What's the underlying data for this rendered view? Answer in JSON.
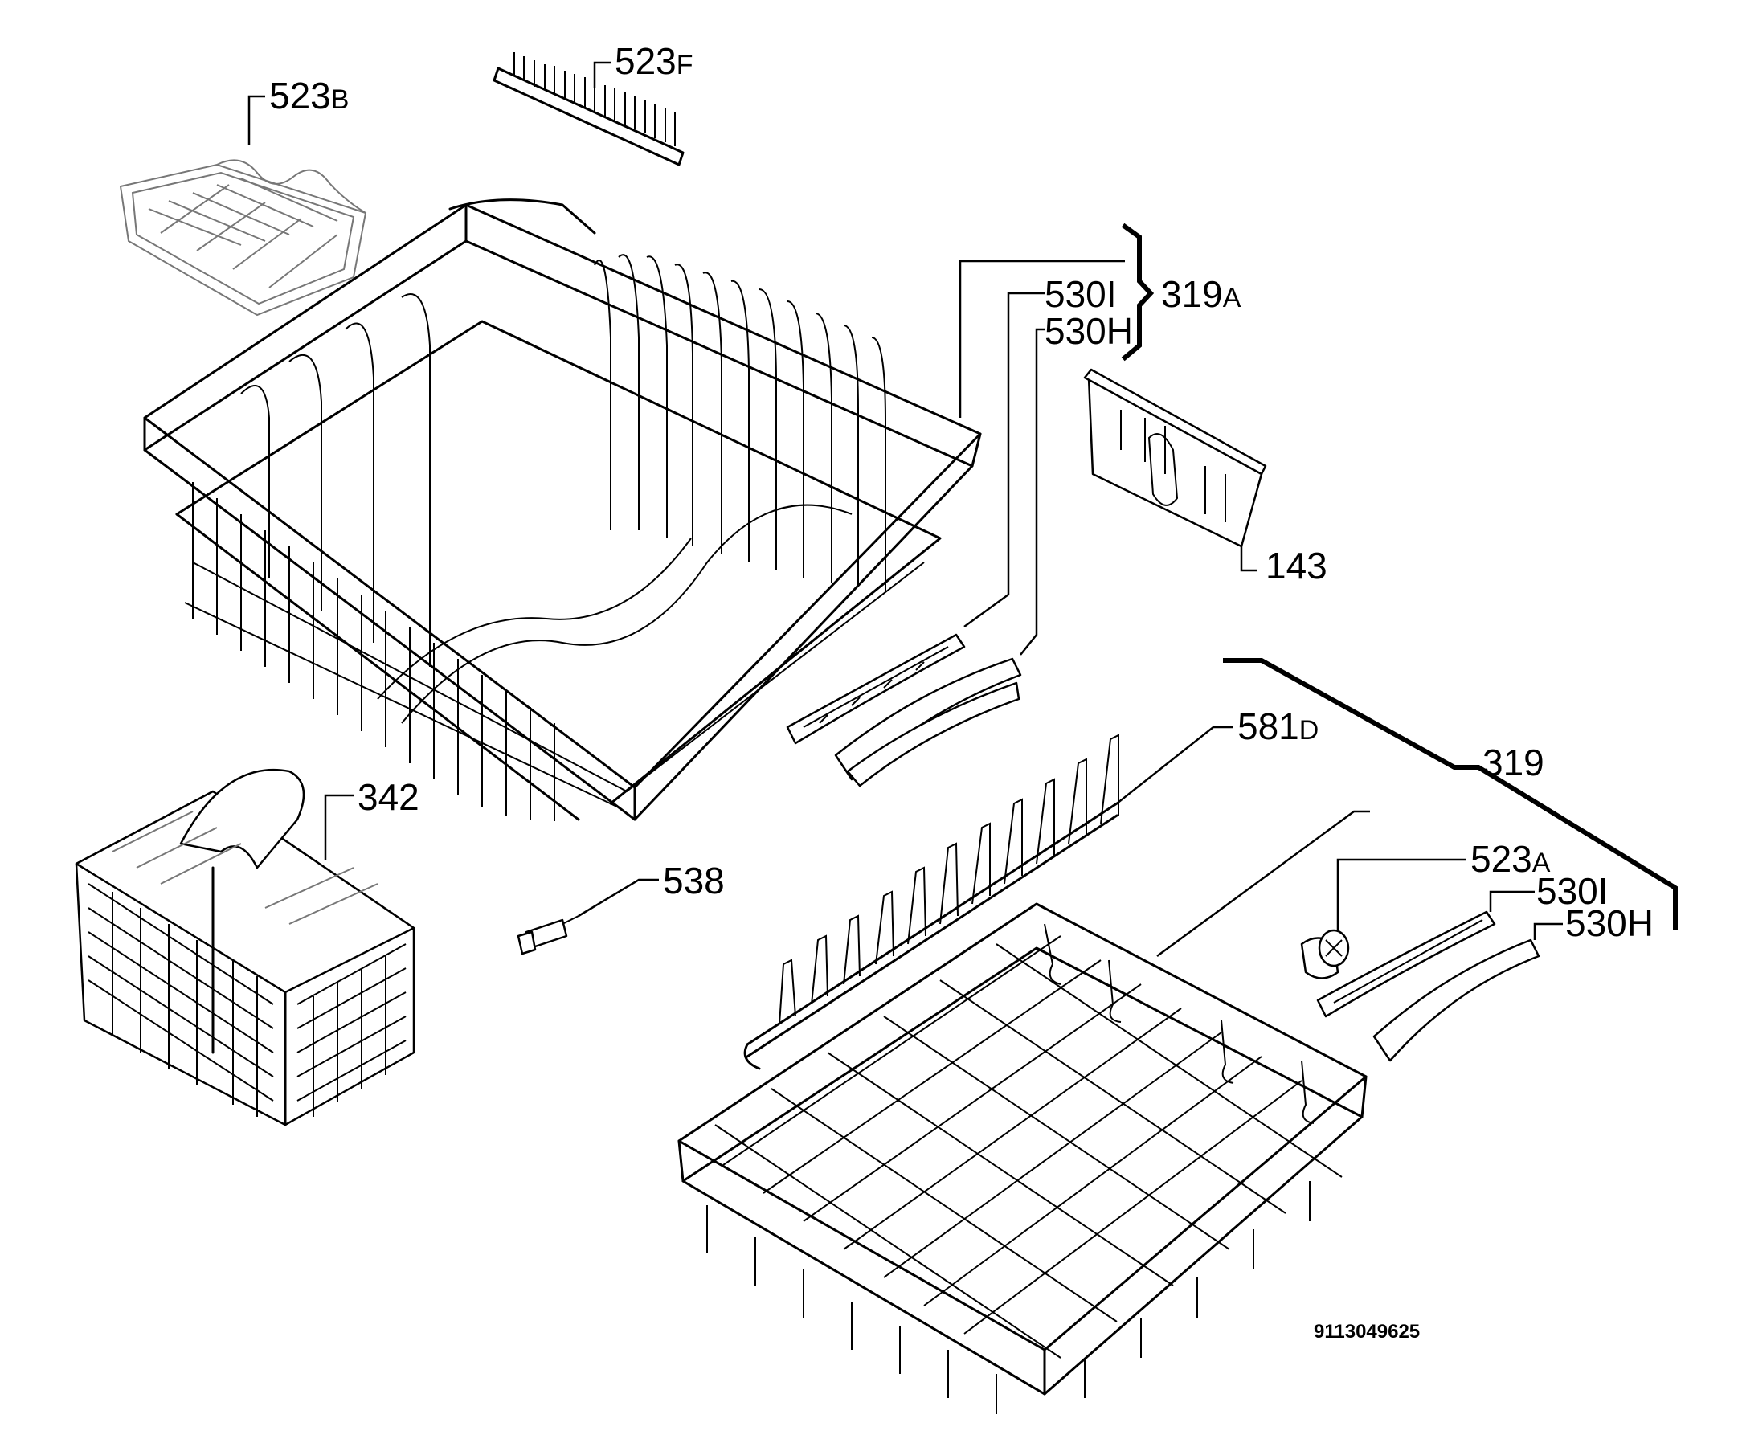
{
  "labels": {
    "l523b": {
      "num": "523",
      "suf": "B"
    },
    "l523f": {
      "num": "523",
      "suf": "F"
    },
    "l530i_a": {
      "num": "530I",
      "suf": ""
    },
    "l530h_a": {
      "num": "530H",
      "suf": ""
    },
    "l319a": {
      "num": "319",
      "suf": "A"
    },
    "l143": {
      "num": "143",
      "suf": ""
    },
    "l581d": {
      "num": "581",
      "suf": "D"
    },
    "l319": {
      "num": "319",
      "suf": ""
    },
    "l342": {
      "num": "342",
      "suf": ""
    },
    "l538": {
      "num": "538",
      "suf": ""
    },
    "l523a": {
      "num": "523",
      "suf": "A"
    },
    "l530i_b": {
      "num": "530I",
      "suf": ""
    },
    "l530h_b": {
      "num": "530H",
      "suf": ""
    }
  },
  "drawing_code": "9113049625"
}
